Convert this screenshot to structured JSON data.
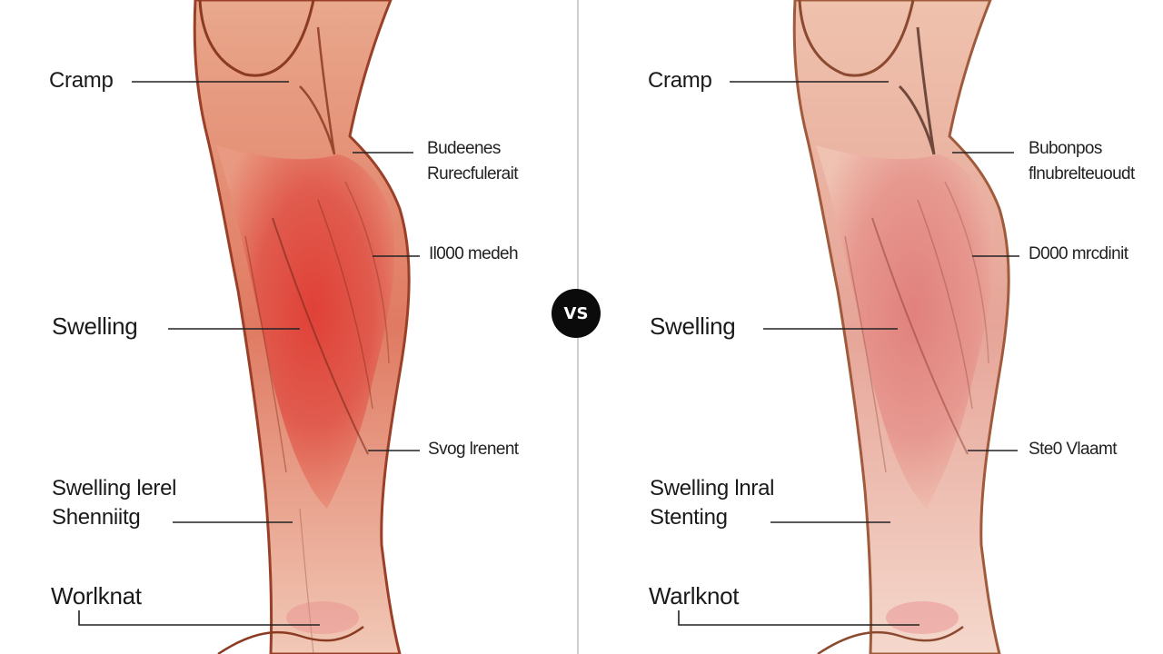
{
  "center_badge": "VS",
  "left_panel": {
    "labels": {
      "cramp": "Cramp",
      "top_right_line1": "Budeenes",
      "top_right_line2": "Rurecfulerait",
      "mid_right": "Il000 medeh",
      "swelling": "Swelling",
      "low_right": "Svog lrenent",
      "swelling_level_line1": "Swelling lerel",
      "swelling_level_line2": "Shenniitg",
      "bottom": "Worlknat"
    },
    "colors": {
      "muscle": "#d84a3f",
      "skin": "#e8a080",
      "outline": "#8b3b22"
    }
  },
  "right_panel": {
    "labels": {
      "cramp": "Cramp",
      "top_right_line1": "Bubonpos",
      "top_right_line2": "flnubrelteuoudt",
      "mid_right": "D000 mrcdinit",
      "swelling": "Swelling",
      "low_right": "Ste0 Vlaamt",
      "swelling_level_line1": "Swelling lnral",
      "swelling_level_line2": "Stenting",
      "bottom": "Warlknot"
    },
    "colors": {
      "muscle": "#d8827a",
      "skin": "#eec0aa",
      "outline": "#8b4a30"
    }
  }
}
